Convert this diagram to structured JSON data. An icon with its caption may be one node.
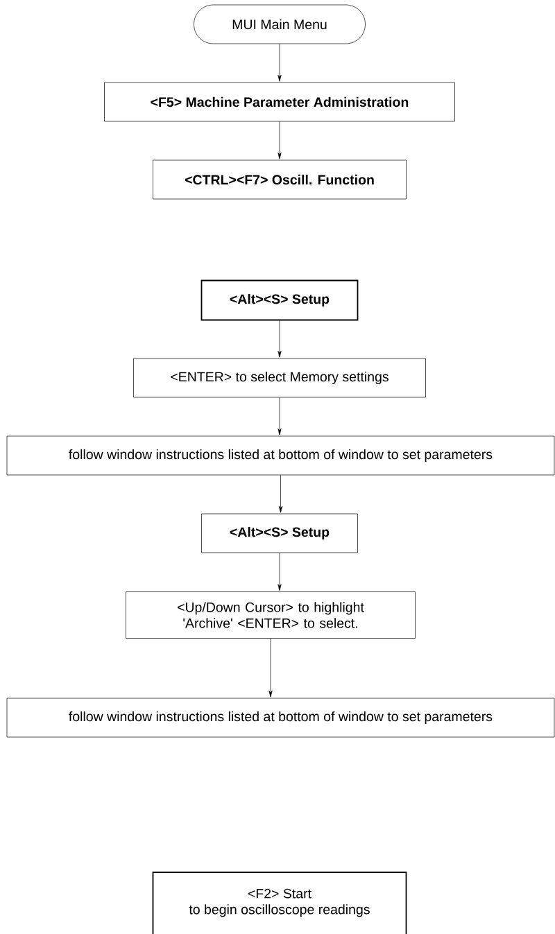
{
  "diagram": {
    "nodes": [
      {
        "text": [
          "MUI Main Menu"
        ]
      },
      {
        "text": [
          "<F5> Machine Parameter Administration"
        ]
      },
      {
        "text": [
          "<CTRL><F7> Oscill. Function"
        ]
      },
      {
        "text": [
          "<Alt><S> Setup"
        ]
      },
      {
        "text": [
          "<ENTER> to select Memory settings"
        ]
      },
      {
        "text": [
          "follow window instructions listed at bottom of window to set parameters"
        ]
      },
      {
        "text": [
          "<Alt><S> Setup"
        ]
      },
      {
        "text": [
          "<Up/Down Cursor> to highlight 'Archive' <ENTER> to select."
        ]
      },
      {
        "text": [
          "follow window instructions listed at bottom of window to set parameters"
        ]
      },
      {
        "text": [
          "<F2> Start",
          "to begin oscilloscope readings"
        ]
      }
    ],
    "edges": [
      {
        "from": 0,
        "to": 1,
        "arrow": "to"
      },
      {
        "from": 1,
        "to": 2,
        "arrow": "to"
      },
      {
        "from": 3,
        "to": 4,
        "arrow": "to"
      },
      {
        "from": 4,
        "to": 5,
        "arrow": "to"
      },
      {
        "from": 5,
        "to": 6,
        "arrow": "to"
      },
      {
        "from": 6,
        "to": 7,
        "arrow": "to"
      },
      {
        "from": 7,
        "to": 8,
        "arrow": "to"
      }
    ]
  }
}
